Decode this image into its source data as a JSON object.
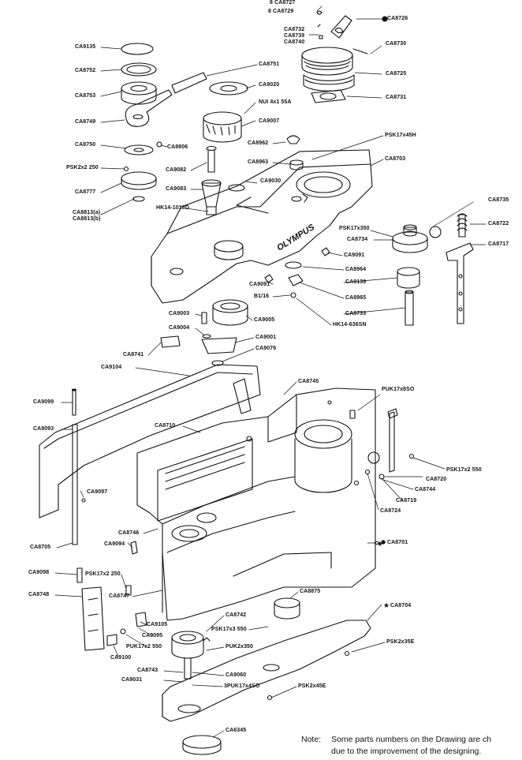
{
  "brand": "OLYMPUS",
  "note": {
    "prefix": "Note:",
    "line1": "Some parts numbers on the Drawing are ch",
    "line2": "due to the improvement of the designing."
  },
  "labels": {
    "CA8727": "8 CA8727",
    "CA8729": "8 CA8729",
    "CA8726": "CA8726",
    "CA8732": "CA8732",
    "CA8739": "CA8739",
    "CA8740": "CA8740",
    "CA8730": "CA8730",
    "CA8725": "CA8725",
    "CA8731": "CA8731",
    "CA9135": "CA9135",
    "CA8752": "CA8752",
    "CA8753": "CA8753",
    "CA8749": "CA8749",
    "CA8750": "CA8750",
    "CA8806": "CA8806",
    "PSK2x2250": "PSK2x2 250",
    "CA8777": "CA8777",
    "CA8813": "CA8813(a)",
    "CA8813b": "CA8813(b)",
    "CA8751": "CA8751",
    "CA9020": "CA9020",
    "NUI4x155A": "NUI 4x1 55A",
    "CA9007": "CA9007",
    "CA8962": "CA8962",
    "CA8963": "CA8963",
    "CA9082": "CA9082",
    "CA9083": "CA9083",
    "HK14_1018D": "HK14-1018D",
    "CA9030": "CA9030",
    "PSK17x45H": "PSK17x45H",
    "CA8703": "CA8703",
    "CA8735": "CA8735",
    "PSK17x350": "PSK17x350",
    "CA8722": "CA8722",
    "CA8734": "CA8734",
    "CA8717": "CA8717",
    "CA9091a": "CA9091",
    "CA8964": "CA8964",
    "CA9091b": "CA9091",
    "CA9139": "CA9139",
    "B1_16": "B1/16",
    "CA8965": "CA8965",
    "CA8733": "CA8733",
    "CA9003": "CA9003",
    "CA9005": "CA9005",
    "CA9004": "CA9004",
    "HK14_636SN": "HK14-636SN",
    "CA9001": "CA9001",
    "CA8741": "CA8741",
    "CA9076": "CA9076",
    "CA9104": "CA9104",
    "CA8745": "CA8745",
    "PUK17x8SO": "PUK17x8SO",
    "CA9099": "CA9099",
    "CA8710": "CA8710",
    "CA9093": "CA9093",
    "PSK17x2550": "PSK17x2 550",
    "CA8720": "CA8720",
    "CA8744": "CA8744",
    "CA9097": "CA9097",
    "CA8719": "CA8719",
    "CA8724": "CA8724",
    "CA8746": "CA8746",
    "CA9094": "CA9094",
    "CA8705": "CA8705",
    "CA8701": "CA8701",
    "CA9098": "CA9098",
    "PSK17x2250": "PSK17x2 250",
    "CA8748": "CA8748",
    "CA8747": "CA8747",
    "CA8875": "CA8875",
    "CA8704": "CA8704",
    "CA8742": "CA8742",
    "CA9105": "CA9105",
    "CA9095": "CA9095",
    "PSK17x3550": "PSK17x3 550",
    "PUK17x2550": "PUK17x2 550",
    "PUK2x350": "PUK2x350",
    "PSK2x35E": "PSK2x35E",
    "CA9100": "CA9100",
    "CA8743": "CA8743",
    "CA9060": "CA9060",
    "CA9031": "CA9031",
    "PUK17x4SO": "3PUK17x4SO",
    "PSK2x45E": "PSK2x45E",
    "CA6345": "CA6345"
  }
}
